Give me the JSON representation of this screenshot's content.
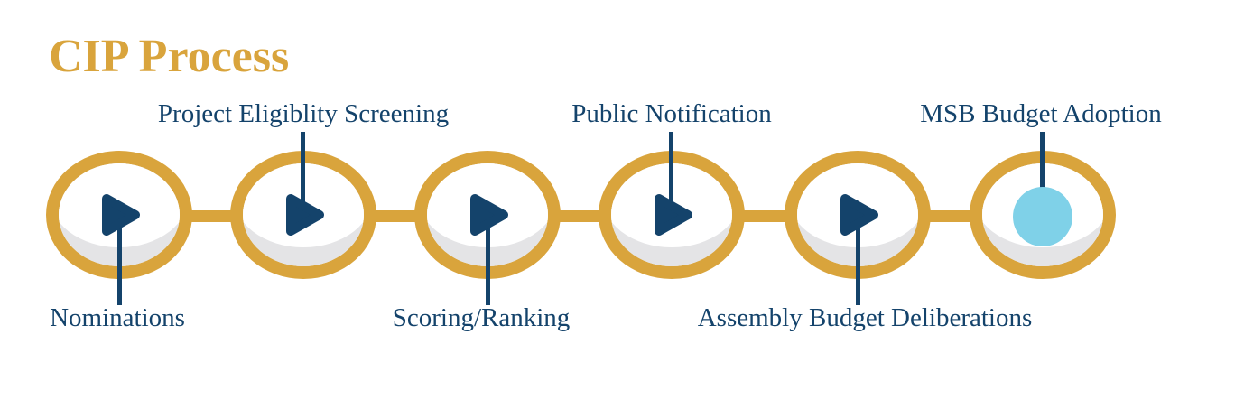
{
  "title": {
    "text": "CIP Process"
  },
  "colors": {
    "gold": "#D9A43C",
    "navy": "#14436B",
    "light_blue": "#7FD1E8",
    "inner_shadow_gray": "#E4E4E6",
    "background": "#FFFFFF"
  },
  "steps": [
    {
      "label": "Nominations",
      "label_position": "bottom",
      "icon": "play-icon"
    },
    {
      "label": "Project Eligiblity Screening",
      "label_position": "top",
      "icon": "play-icon"
    },
    {
      "label": "Scoring/Ranking",
      "label_position": "bottom",
      "icon": "play-icon"
    },
    {
      "label": "Public Notification",
      "label_position": "top",
      "icon": "play-icon"
    },
    {
      "label": "Assembly Budget Deliberations",
      "label_position": "bottom",
      "icon": "play-icon"
    },
    {
      "label": "MSB Budget Adoption",
      "label_position": "top",
      "icon": "current-step-dot-icon"
    }
  ]
}
